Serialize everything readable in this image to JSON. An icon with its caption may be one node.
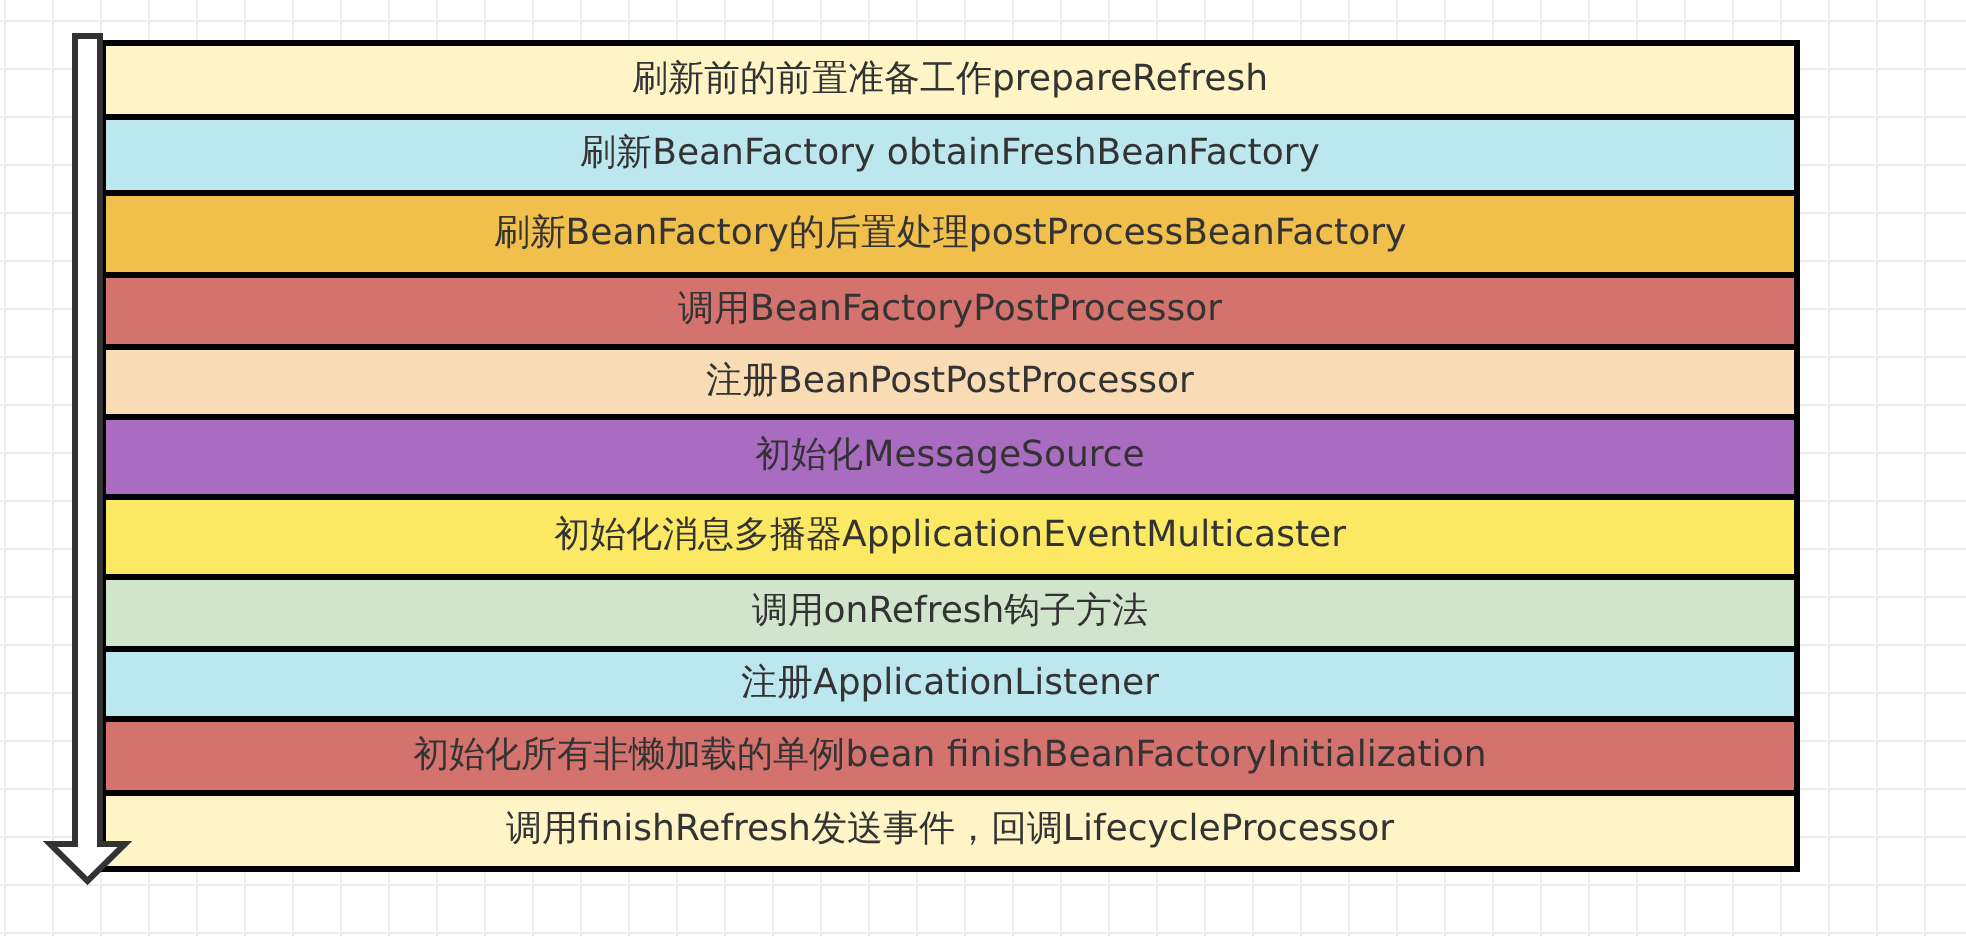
{
  "diagram": {
    "nodes": [
      {
        "text": [
          "刷新前的前置准备工作prepareRefresh"
        ]
      },
      {
        "text": [
          "刷新BeanFactory obtainFreshBeanFactory"
        ]
      },
      {
        "text": [
          "刷新BeanFactory的后置处理postProcessBeanFactory"
        ]
      },
      {
        "text": [
          "调用BeanFactoryPostProcessor"
        ]
      },
      {
        "text": [
          "注册BeanPostPostProcessor"
        ]
      },
      {
        "text": [
          "初始化MessageSource"
        ]
      },
      {
        "text": [
          "初始化消息多播器ApplicationEventMulticaster"
        ]
      },
      {
        "text": [
          "调用onRefresh钩子方法"
        ]
      },
      {
        "text": [
          "注册ApplicationListener"
        ]
      },
      {
        "text": [
          "初始化所有非懒加载的单例bean finishBeanFactoryInitialization"
        ]
      },
      {
        "text": [
          "调用finishRefresh发送事件，回调LifecycleProcessor"
        ]
      }
    ]
  }
}
